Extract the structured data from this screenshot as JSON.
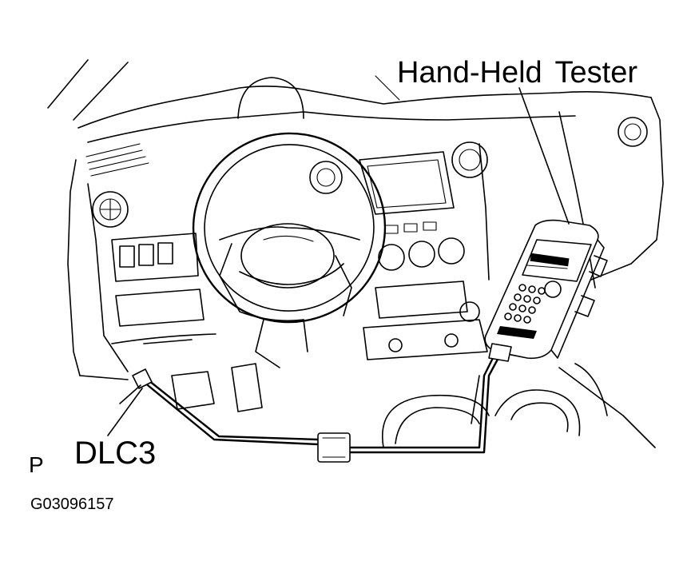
{
  "labels": {
    "hand_held_tester": "Hand-Held Tester",
    "dlc3": "DLC3",
    "p_marker": "P",
    "figure_code": "G03096157"
  }
}
